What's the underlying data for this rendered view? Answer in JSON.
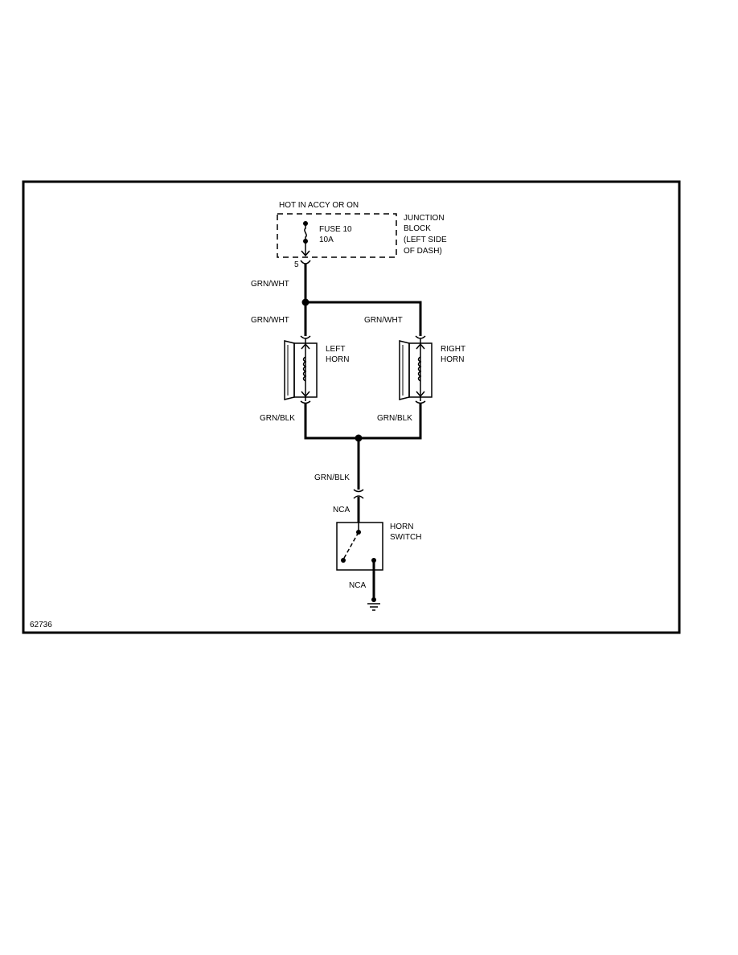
{
  "diagram": {
    "figure_id": "62736",
    "power_label": "HOT IN ACCY OR ON",
    "junction_block": {
      "title_lines": [
        "JUNCTION",
        "BLOCK",
        "(LEFT SIDE",
        "OF DASH)"
      ],
      "fuse_lines": [
        "FUSE 10",
        "10A"
      ],
      "pin": "5"
    },
    "wires": {
      "feed": "GRN/WHT",
      "left_horn_in": "GRN/WHT",
      "right_horn_in": "GRN/WHT",
      "left_horn_out": "GRN/BLK",
      "right_horn_out": "GRN/BLK",
      "to_switch": "GRN/BLK",
      "switch_connector": "NCA",
      "switch_ground": "NCA"
    },
    "left_horn": {
      "lines": [
        "LEFT",
        "HORN"
      ]
    },
    "right_horn": {
      "lines": [
        "RIGHT",
        "HORN"
      ]
    },
    "horn_switch": {
      "lines": [
        "HORN",
        "SWITCH"
      ]
    }
  }
}
